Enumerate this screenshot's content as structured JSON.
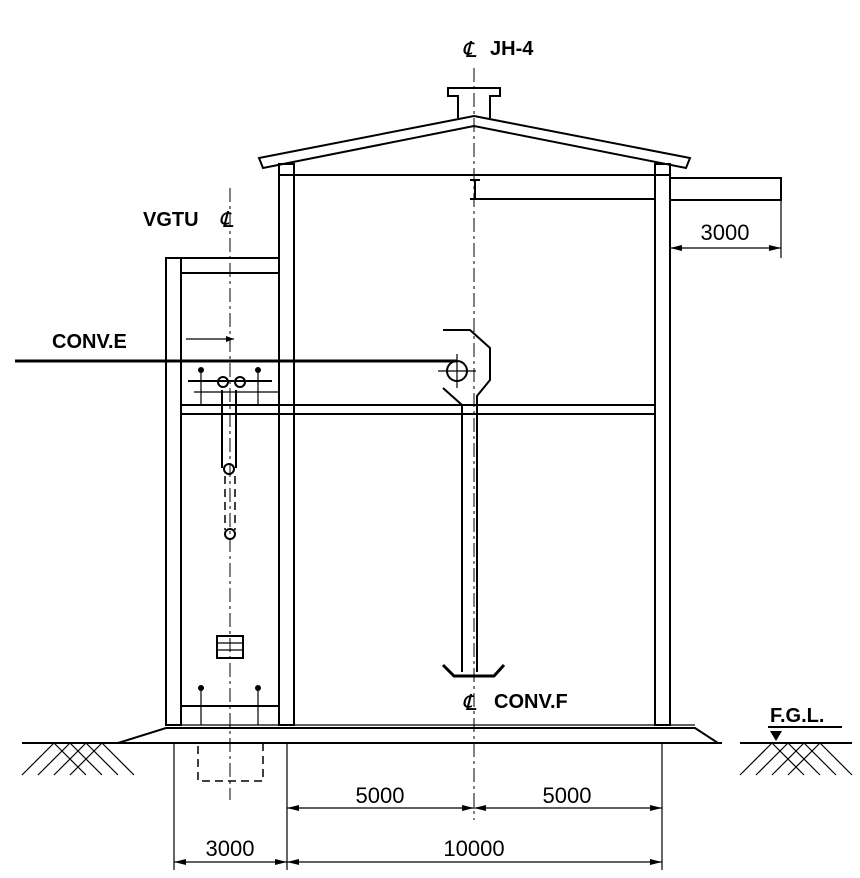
{
  "labels": {
    "jh4": "JH-4",
    "vgtu": "VGTU",
    "conv_e": "CONV.E",
    "conv_f": "CONV.F",
    "fgl": "F.G.L."
  },
  "centerline_symbol": "℄",
  "dimensions": {
    "canopy": "3000",
    "left_half": "5000",
    "right_half": "5000",
    "left_bay": "3000",
    "total": "10000"
  }
}
